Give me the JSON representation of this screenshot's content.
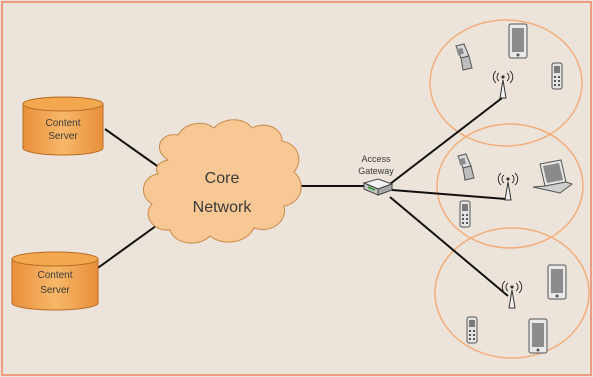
{
  "colors": {
    "background": "#ece4da",
    "frame": "#ef9a82",
    "server_fill": "#f3a84f",
    "cloud_fill": "#f7c894",
    "cell_ring": "#f3ad7a",
    "link": "#111111"
  },
  "servers": [
    {
      "line1": "Content",
      "line2": "Server"
    },
    {
      "line1": "Content",
      "line2": "Server"
    }
  ],
  "cloud": {
    "line1": "Core",
    "line2": "Network"
  },
  "gateway": {
    "line1": "Access",
    "line2": "Gateway"
  },
  "icons": {
    "tower": "radio-tower-icon",
    "flip_phone": "flip-phone-icon",
    "tablet": "tablet-icon",
    "feature_phone": "feature-phone-icon",
    "laptop": "laptop-icon",
    "router": "router-icon",
    "database": "database-icon",
    "cloud": "cloud-icon"
  }
}
